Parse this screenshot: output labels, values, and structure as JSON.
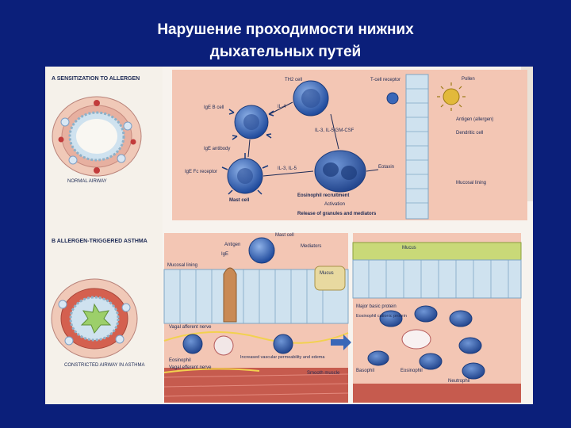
{
  "slide": {
    "title_line1": "Нарушение проходимости нижних",
    "title_line2": "дыхательных путей"
  },
  "panel_a": {
    "heading": "A SENSITIZATION TO ALLERGEN",
    "normal_airway": "NORMAL AIRWAY",
    "th2_cell": "TH2 cell",
    "t_cell_receptor": "T-cell receptor",
    "pollen": "Pollen",
    "il4": "IL-4",
    "ige_b_cell": "IgE B cell",
    "antigen": "Antigen (allergen)",
    "dendritic_cell": "Dendritic cell",
    "cytokines": "IL-3, IL-5 GM-CSF",
    "ige_antibody": "IgE antibody",
    "ige_fc_receptor": "IgE Fc receptor",
    "il3_il5": "IL-3, IL-5",
    "eotaxin": "Eotaxin",
    "mucosal_lining": "Mucosal lining",
    "mast_cell": "Mast cell",
    "eosinophil_recruitment": "Eosinophil recruitment",
    "activation": "Activation",
    "release": "Release of granules and mediators"
  },
  "panel_b": {
    "heading": "B ALLERGEN-TRIGGERED ASTHMA",
    "constricted_airway": "CONSTRICTED AIRWAY IN ASTHMA",
    "antigen": "Antigen",
    "mast_cell": "Mast cell",
    "mediators": "Mediators",
    "ige": "IgE",
    "mucosal_lining": "Mucosal lining",
    "mucus": "Mucus",
    "vagal_afferent": "Vagal afferent nerve",
    "eosinophil": "Eosinophil",
    "vagal_efferent": "Vagal efferent nerve",
    "vascular": "Increased vascular permeability and edema",
    "smooth_muscle": "Smooth muscle"
  },
  "panel_c": {
    "mucus": "Mucus",
    "major_basic": "Major basic protein",
    "eosinophil_cationic": "Eosinophil cationic protein",
    "basophil": "Basophil",
    "eosinophil": "Eosinophil",
    "neutrophil": "Neutrophil"
  },
  "colors": {
    "slide_bg": "#0b1f7a",
    "panel_bg": "#f7f3ee",
    "salmon": "#f3c6b4",
    "cell_blue": "#3a67b8",
    "epithelium": "#cfe2ef",
    "muscle": "#c65b4e"
  }
}
